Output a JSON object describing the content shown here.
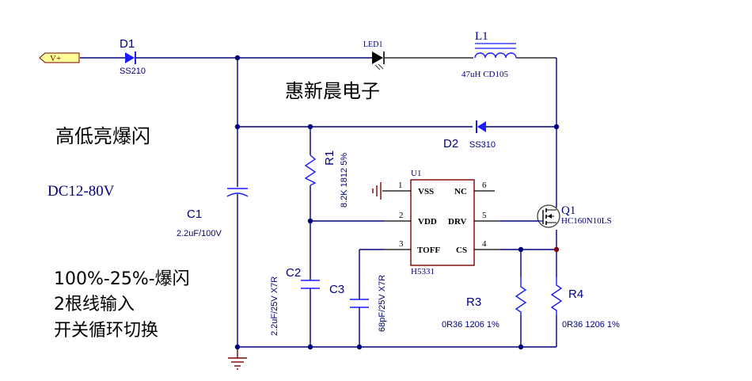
{
  "title_text": "惠新晨电子",
  "notes": {
    "mode_title": "高低亮爆闪",
    "voltage_range": "DC12-80V",
    "line1": "100%-25%-爆闪",
    "line2": "2根线输入",
    "line3": "开关循环切换"
  },
  "port": {
    "label": "V+"
  },
  "components": {
    "D1": {
      "ref": "D1",
      "value": "SS210"
    },
    "LED1": {
      "ref": "LED1"
    },
    "L1": {
      "ref": "L1",
      "value": "47uH  CD105"
    },
    "D2": {
      "ref": "D2",
      "value": "SS310"
    },
    "C1": {
      "ref": "C1",
      "value": "2.2uF/100V"
    },
    "R1": {
      "ref": "R1",
      "value": "8.2K  1812  5%"
    },
    "C2": {
      "ref": "C2",
      "value": "2.2uF/25V  X7R"
    },
    "C3": {
      "ref": "C3",
      "value": "68pF/25V  X7R"
    },
    "U1": {
      "ref": "U1",
      "part": "H5331",
      "pins": [
        {
          "num": "1",
          "name": "VSS"
        },
        {
          "num": "2",
          "name": "VDD"
        },
        {
          "num": "3",
          "name": "TOFF"
        },
        {
          "num": "4",
          "name": "CS"
        },
        {
          "num": "5",
          "name": "DRV"
        },
        {
          "num": "6",
          "name": "NC"
        }
      ]
    },
    "Q1": {
      "ref": "Q1",
      "value": "HC160N10LS"
    },
    "R3": {
      "ref": "R3",
      "value": "0R36  1206  1%"
    },
    "R4": {
      "ref": "R4",
      "value": "0R36  1206  1%"
    }
  },
  "colors": {
    "wire": "#00007f",
    "component": "#1a1aff",
    "ic_body": "#7f0000",
    "port_fill": "#ffff99"
  }
}
